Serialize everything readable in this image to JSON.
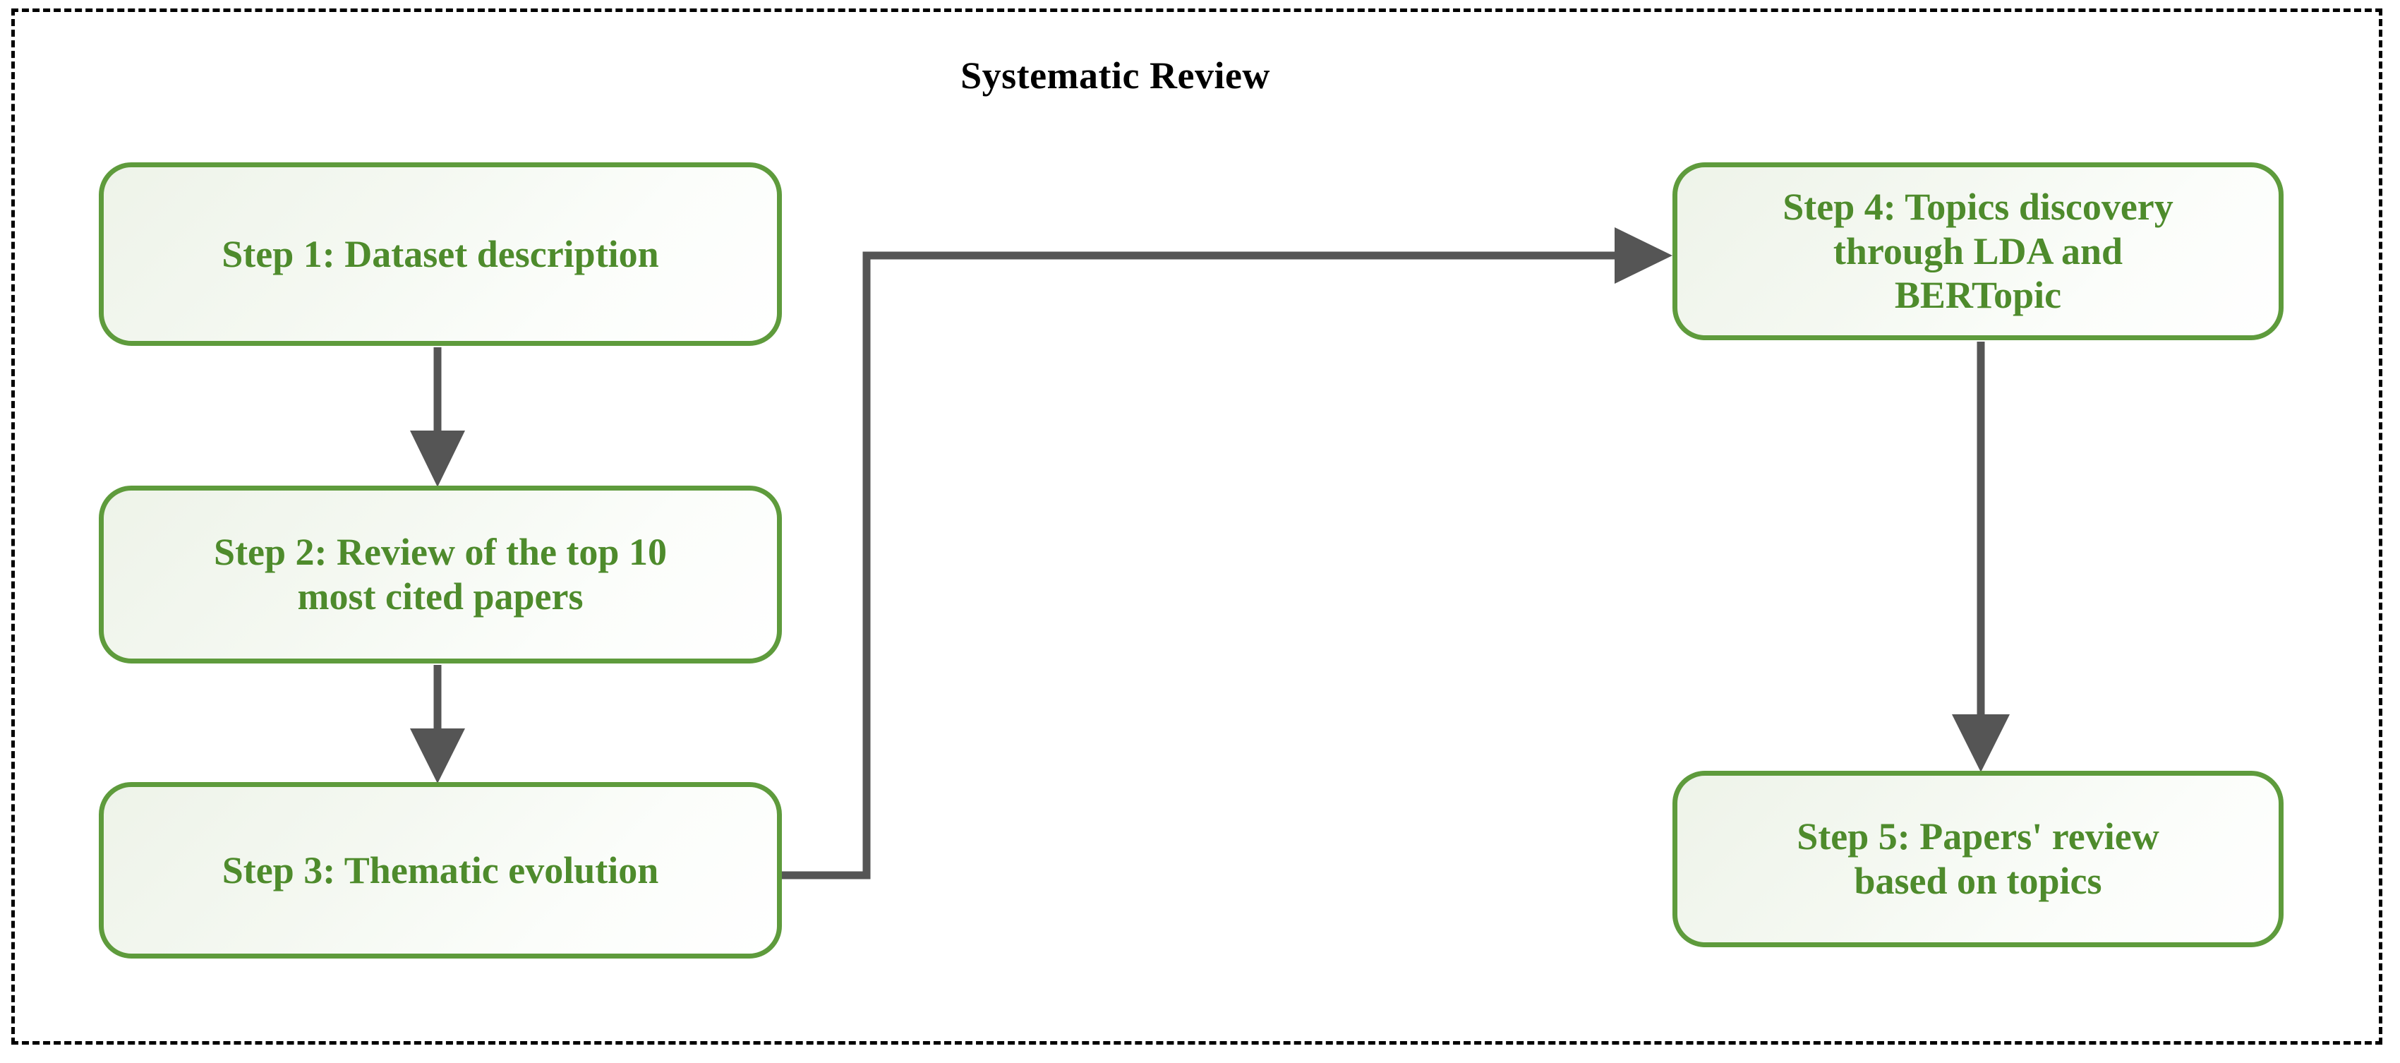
{
  "diagram": {
    "title": "Systematic Review",
    "frame_style": "dashed",
    "frame_color": "#000000",
    "box_border_color": "#5E9B3C",
    "box_text_color": "#4E8B2C",
    "connector_color": "#555555",
    "background": "#FFFFFF"
  },
  "steps": [
    {
      "id": "step-1",
      "label": "Step 1: Dataset description"
    },
    {
      "id": "step-2",
      "label": "Step 2: Review of the top 10\nmost cited papers"
    },
    {
      "id": "step-3",
      "label": "Step 3: Thematic evolution"
    },
    {
      "id": "step-4",
      "label": "Step 4: Topics discovery\nthrough LDA and\nBERTopic"
    },
    {
      "id": "step-5",
      "label": "Step 5: Papers' review\nbased on topics"
    }
  ],
  "connectors": [
    {
      "id": "arrow-step1-step2",
      "from": "step-1",
      "to": "step-2",
      "direction": "down"
    },
    {
      "id": "arrow-step2-step3",
      "from": "step-2",
      "to": "step-3",
      "direction": "down"
    },
    {
      "id": "arrow-step3-step4",
      "from": "step-3",
      "to": "step-4",
      "direction": "right-elbow"
    },
    {
      "id": "arrow-step4-step5",
      "from": "step-4",
      "to": "step-5",
      "direction": "down"
    }
  ]
}
